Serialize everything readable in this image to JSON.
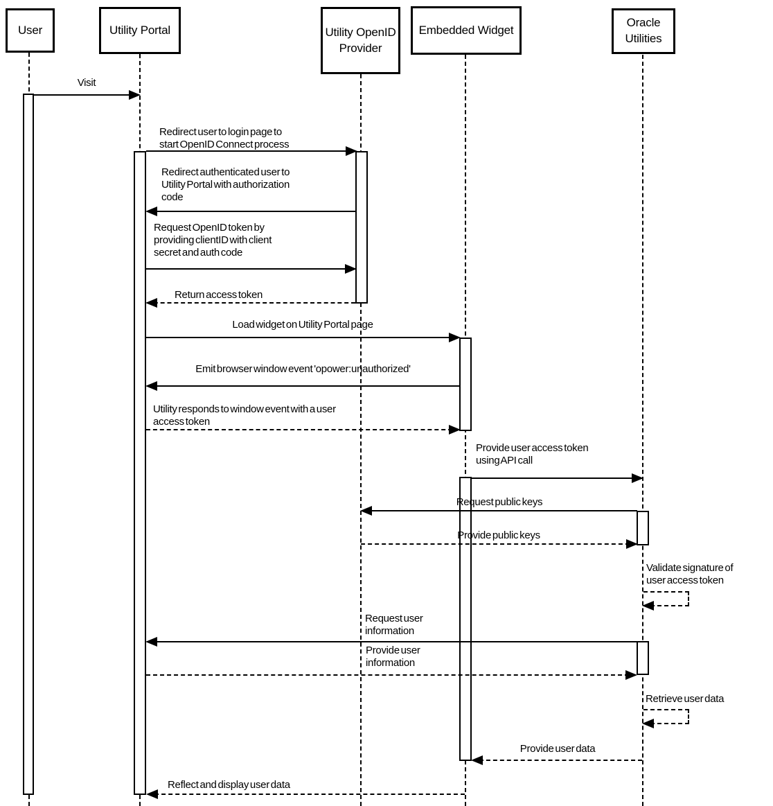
{
  "diagram_type": "uml-sequence-diagram",
  "colors": {
    "line": "#000000",
    "background": "#ffffff",
    "text": "#000000"
  },
  "actors": [
    {
      "name": "User"
    },
    {
      "name": "Utility Portal"
    },
    {
      "name": "Utility OpenID Provider"
    },
    {
      "name": "Embedded Widget"
    },
    {
      "name": "Oracle Utilities"
    }
  ],
  "messages": [
    {
      "label": "Visit",
      "from": "User",
      "to": "Utility Portal",
      "line": "solid"
    },
    {
      "label": "Redirect user to login page to\nstart OpenID Connect process",
      "from": "Utility Portal",
      "to": "Utility OpenID Provider",
      "line": "solid"
    },
    {
      "label": "Redirect authenticated user to\nUtility Portal with authorization\ncode",
      "from": "Utility OpenID Provider",
      "to": "Utility Portal",
      "line": "solid"
    },
    {
      "label": "Request OpenID token by\nproviding clientID with client\nsecret and auth code",
      "from": "Utility Portal",
      "to": "Utility OpenID Provider",
      "line": "solid"
    },
    {
      "label": "Return access token",
      "from": "Utility OpenID Provider",
      "to": "Utility Portal",
      "line": "dashed"
    },
    {
      "label": "Load widget on Utility Portal page",
      "from": "Utility Portal",
      "to": "Embedded Widget",
      "line": "solid"
    },
    {
      "label": "Emit browser window event 'opower:unauthorized'",
      "from": "Embedded Widget",
      "to": "Utility Portal",
      "line": "solid"
    },
    {
      "label": "Utility responds to window event with a user\naccess token",
      "from": "Utility Portal",
      "to": "Embedded Widget",
      "line": "dashed"
    },
    {
      "label": "Provide user access token\nusing API call",
      "from": "Embedded Widget",
      "to": "Oracle Utilities",
      "line": "solid"
    },
    {
      "label": "Request public keys",
      "from": "Oracle Utilities",
      "to": "Utility OpenID Provider",
      "line": "solid"
    },
    {
      "label": "Provide public keys",
      "from": "Utility OpenID Provider",
      "to": "Oracle Utilities",
      "line": "dashed"
    },
    {
      "label": "Validate signature of\nuser access token",
      "from": "Oracle Utilities",
      "to": "Oracle Utilities",
      "line": "dashed"
    },
    {
      "label": "Request user\ninformation",
      "from": "Oracle Utilities",
      "to": "Utility Portal",
      "line": "solid"
    },
    {
      "label": "Provide user\ninformation",
      "from": "Utility Portal",
      "to": "Oracle Utilities",
      "line": "dashed"
    },
    {
      "label": "Retrieve user data",
      "from": "Oracle Utilities",
      "to": "Oracle Utilities",
      "line": "dashed"
    },
    {
      "label": "Provide user data",
      "from": "Oracle Utilities",
      "to": "Embedded Widget",
      "line": "dashed"
    },
    {
      "label": "Reflect and display user data",
      "from": "Embedded Widget",
      "to": "Utility Portal",
      "line": "dashed"
    }
  ]
}
